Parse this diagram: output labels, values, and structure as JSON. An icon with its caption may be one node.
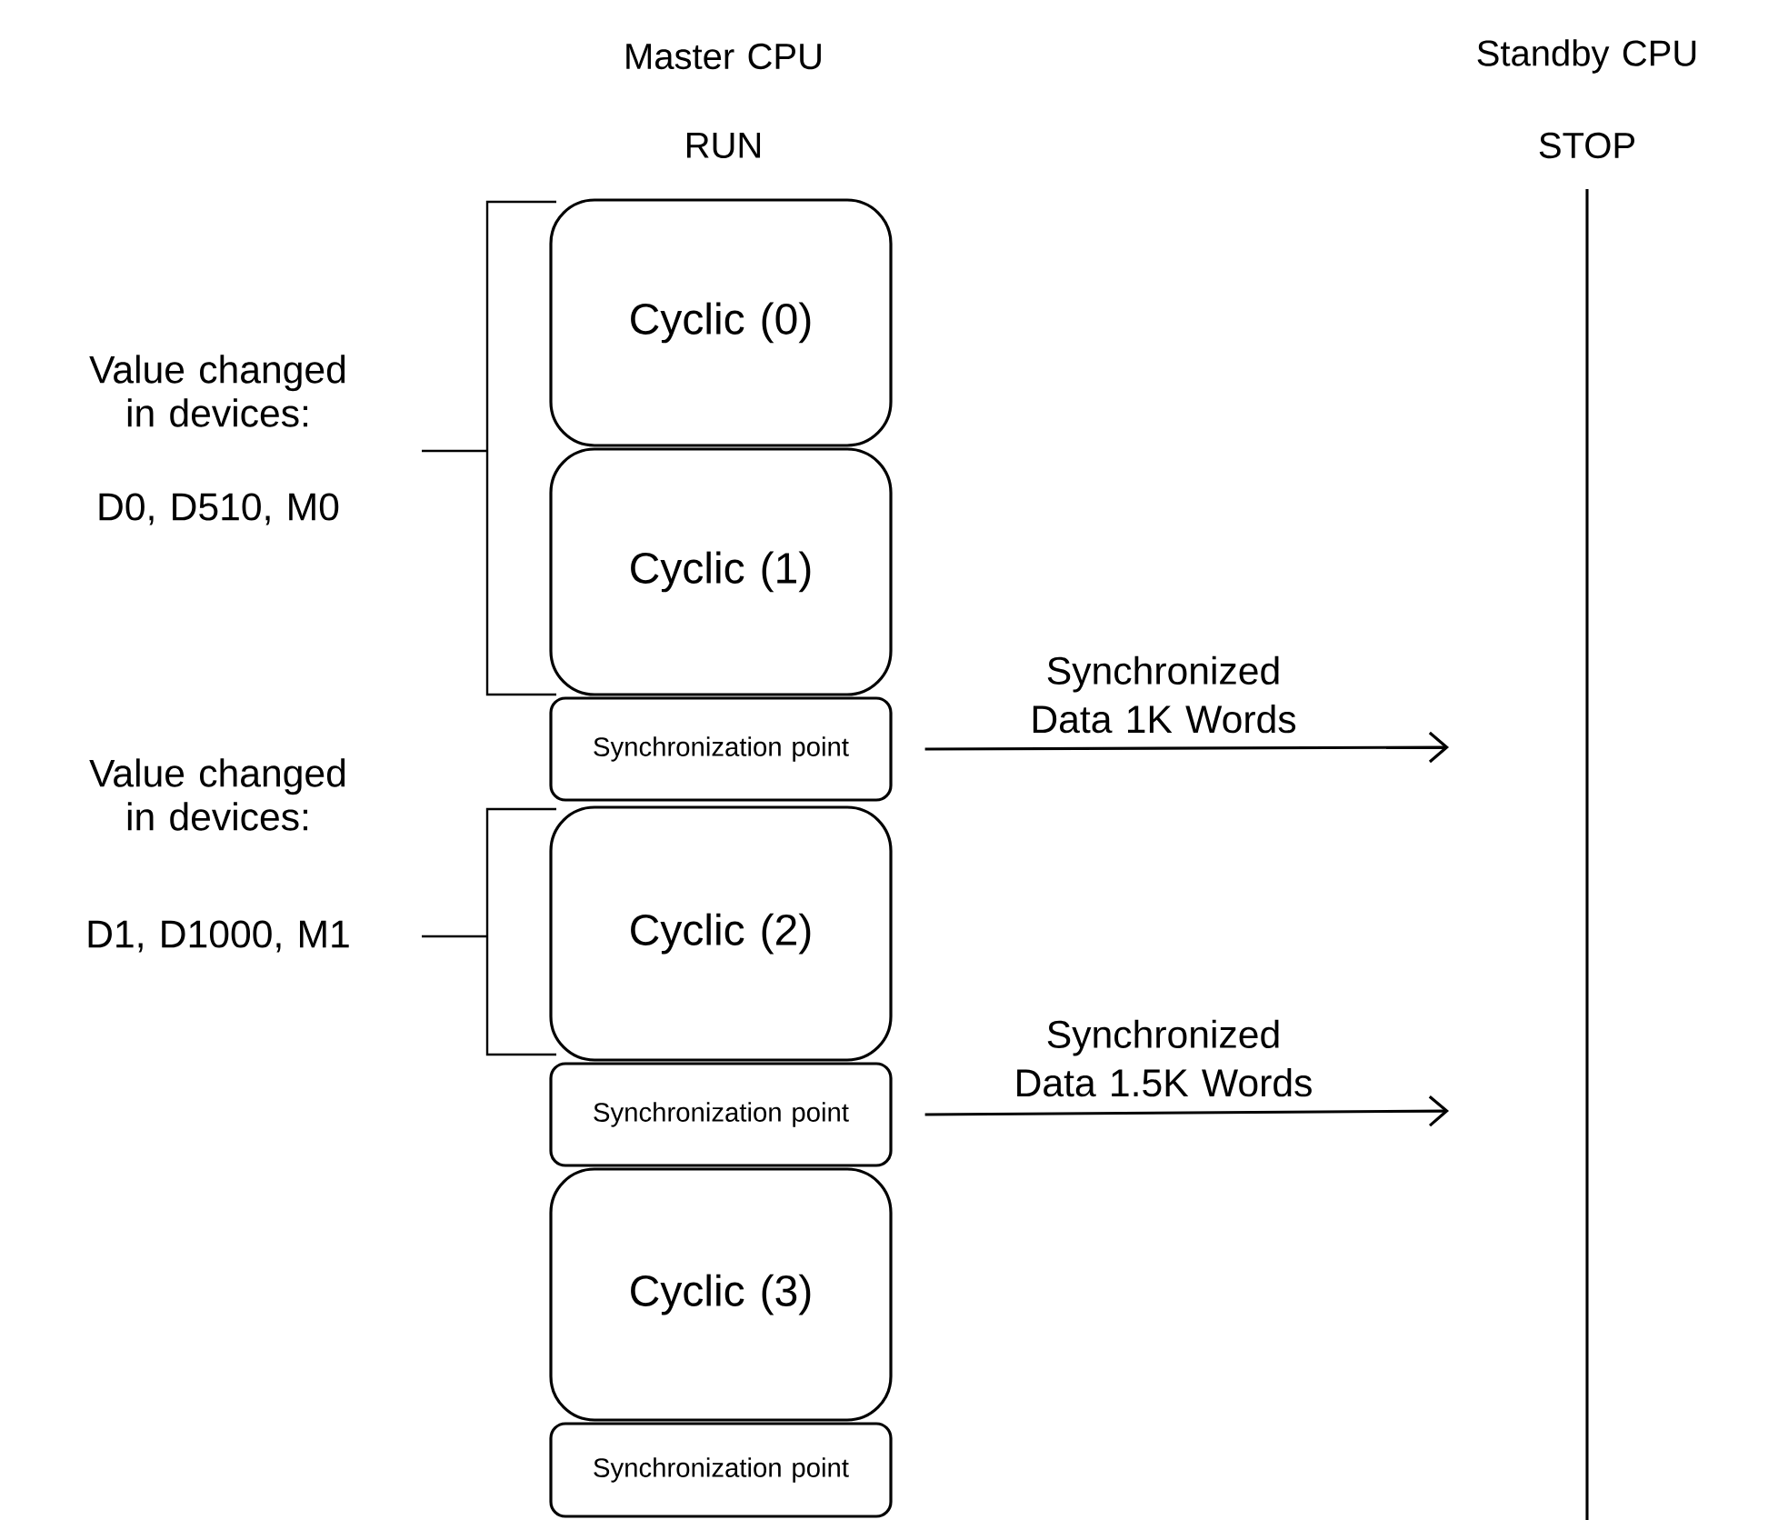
{
  "diagram": {
    "nodes": [
      {
        "text": [
          "Cyclic (0)"
        ]
      },
      {
        "text": [
          "Cyclic (1)"
        ]
      },
      {
        "text": [
          "Synchronization point"
        ]
      },
      {
        "text": [
          "Cyclic (2)"
        ]
      },
      {
        "text": [
          "Synchronization point"
        ]
      },
      {
        "text": [
          "Cyclic (3)"
        ]
      },
      {
        "text": [
          "Synchronization point"
        ]
      }
    ],
    "edges": [
      {
        "from": 2,
        "to": null,
        "arrow": "to",
        "label": "Synchronized Data 1K Words"
      },
      {
        "from": 4,
        "to": null,
        "arrow": "to",
        "label": "Synchronized Data 1.5K Words"
      }
    ],
    "labels": [
      "Master CPU",
      "Standby CPU",
      "RUN",
      "STOP",
      "Value changed in devices:",
      "D0, D510, M0",
      "Value changed in devices:",
      "D1, D1000, M1"
    ]
  }
}
